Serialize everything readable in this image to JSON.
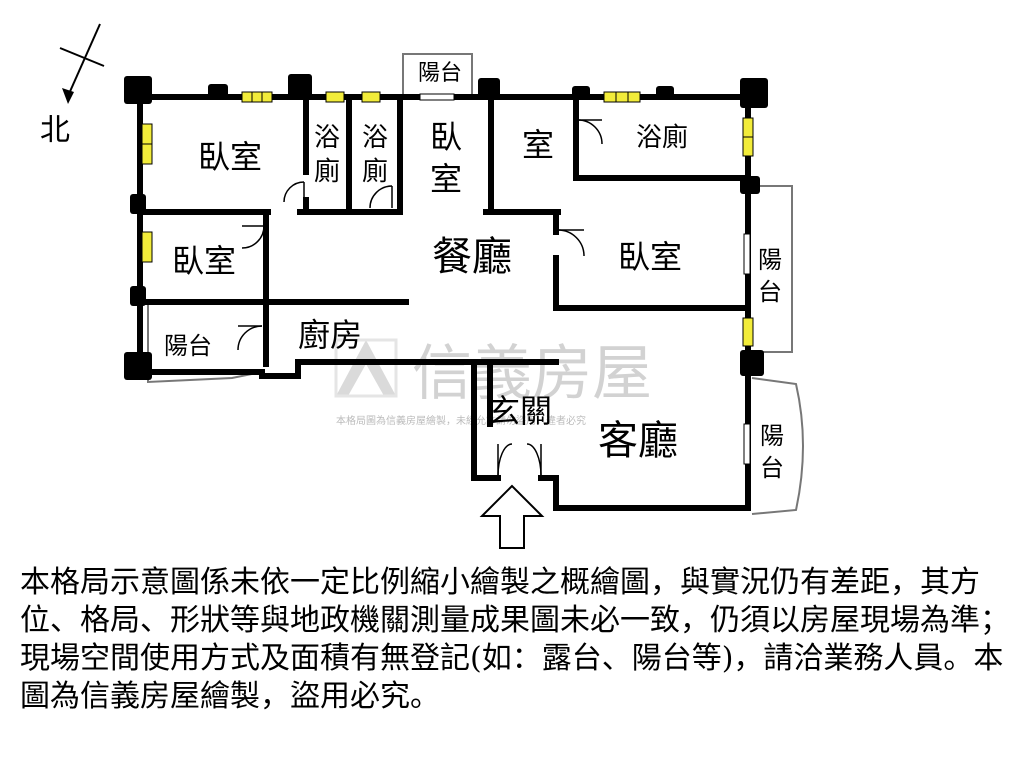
{
  "compass": {
    "label": "北"
  },
  "rooms": {
    "bedroom_nw": "臥室",
    "bath_1_top": "浴",
    "bath_1_bottom": "廁",
    "bath_2_top": "浴",
    "bath_2_bottom": "廁",
    "bedroom_center_top": "臥",
    "bedroom_center_bottom": "室",
    "balcony_top": "陽台",
    "room_ne": "室",
    "bath_ne": "浴廁",
    "bedroom_w": "臥室",
    "dining": "餐廳",
    "bedroom_e": "臥室",
    "balcony_e1_top": "陽",
    "balcony_e1_bottom": "台",
    "balcony_sw": "陽台",
    "kitchen": "廚房",
    "entrance": "玄關",
    "living": "客廳",
    "balcony_e2_top": "陽",
    "balcony_e2_bottom": "台"
  },
  "watermark": {
    "brand": "信義房屋",
    "notice": "本格局圖為信義房屋繪製，未經允許請勿盜用，違者必究"
  },
  "disclaimer": "本格局示意圖係未依一定比例縮小繪製之概繪圖，與實況仍有差距，其方位、格局、形狀等與地政機關測量成果圖未必一致，仍須以房屋現場為準；現場空間使用方式及面積有無登記(如：露台、陽台等)，請洽業務人員。本圖為信義房屋繪製，盜用必究。",
  "colors": {
    "wall": "#000000",
    "window": "#f2ec3a",
    "watermark": "#c8c8c8"
  }
}
